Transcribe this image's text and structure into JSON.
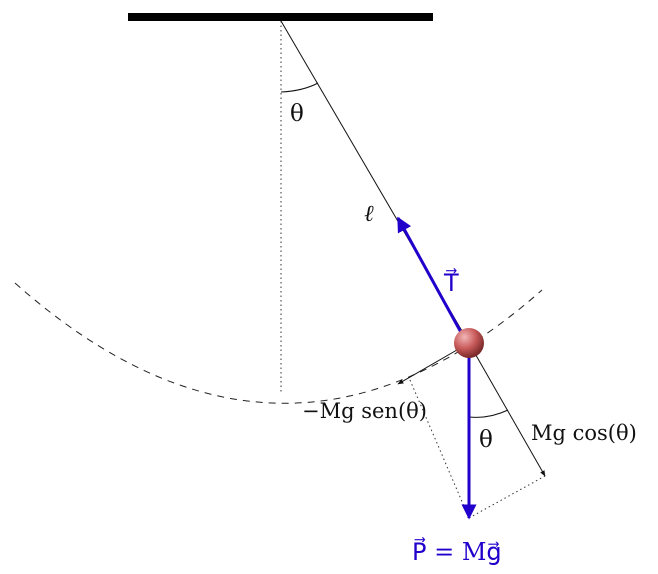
{
  "diagram": {
    "labels": {
      "theta_top": "θ",
      "length": "ℓ",
      "tension": "T⃗",
      "tangential_force": "−Mg sen(θ)",
      "radial_force": "Mg cos(θ)",
      "theta_bottom": "θ",
      "weight": "P⃗ = Mg⃗"
    },
    "colors": {
      "force_vector": "#2200cc",
      "bob": "#c85a5a",
      "lines": "#111111"
    }
  }
}
